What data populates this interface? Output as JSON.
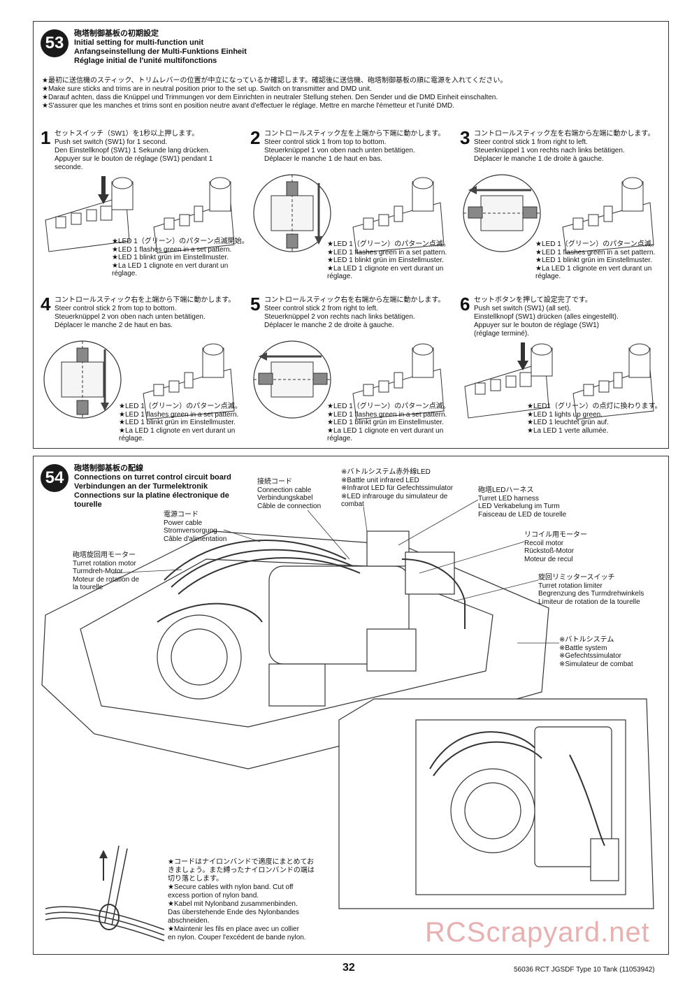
{
  "step53": {
    "number": "53",
    "title_ja": "砲塔制御基板の初期設定",
    "title_en": "Initial setting for multi-function unit",
    "title_de": "Anfangseinstellung der Multi-Funktions Einheit",
    "title_fr": "Réglage initial de l'unité multifonctions",
    "notes": [
      "★最初に送信機のスティック、トリムレバーの位置が中立になっているか確認します。確認後に送信機、砲塔制御基板の順に電源を入れてください。",
      "★Make sure sticks and trims are in neutral position prior to the set up. Switch on transmitter and DMD unit.",
      "★Darauf achten, dass die Knüppel und Trimmungen vor dem Einrichten in neutraler Stellung stehen. Den Sender und die DMD Einheit einschalten.",
      "★S'assurer que les manches et trims sont en position neutre avant d'effectuer le réglage. Mettre en marche l'émetteur et l'unité DMD."
    ],
    "substeps": [
      {
        "num": "1",
        "ja": "セットスイッチ（SW1）を1秒以上押します。",
        "en": "Push set switch (SW1) for 1 second.",
        "de": "Den Einstellknopf (SW1) 1 Sekunde lang drücken.",
        "fr": "Appuyer sur le bouton de réglage (SW1) pendant 1 seconde.",
        "led": [
          "★LED 1（グリーン）のパターン点滅開始。",
          "★LED 1 flashes green in a set pattern.",
          "★LED 1 blinkt grün im Einstellmuster.",
          "★La LED 1 clignote en vert durant un",
          "réglage."
        ]
      },
      {
        "num": "2",
        "ja": "コントロールスティック左を上端から下端に動かします。",
        "en": "Steer control stick 1 from top to bottom.",
        "de": "Steuerknüppel 1 von oben nach unten betätigen.",
        "fr": "Déplacer le manche 1 de haut en bas.",
        "led": [
          "★LED 1（グリーン）のパターン点滅。",
          "★LED 1 flashes green in a set pattern.",
          "★LED 1 blinkt grün im Einstellmuster.",
          "★La LED 1 clignote en vert durant un",
          "réglage."
        ]
      },
      {
        "num": "3",
        "ja": "コントロールスティック左を右端から左端に動かします。",
        "en": "Steer control stick 1 from right to left.",
        "de": "Steuerknüppel 1 von rechts nach links betätigen.",
        "fr": "Déplacer le manche 1 de droite à gauche.",
        "led": [
          "★LED 1（グリーン）のパターン点滅。",
          "★LED 1 flashes green in a set pattern.",
          "★LED 1 blinkt grün im Einstellmuster.",
          "★La LED 1 clignote en vert durant un",
          "réglage."
        ]
      },
      {
        "num": "4",
        "ja": "コントロールスティック右を上端から下端に動かします。",
        "en": "Steer control stick 2 from top to bottom.",
        "de": "Steuerknüppel 2 von oben nach unten betätigen.",
        "fr": "Déplacer le manche 2 de haut en bas.",
        "led": [
          "★LED 1（グリーン）のパターン点滅。",
          "★LED 1 flashes green in a set pattern.",
          "★LED 1 blinkt grün im Einstellmuster.",
          "★La LED 1 clignote en vert durant un",
          "réglage."
        ]
      },
      {
        "num": "5",
        "ja": "コントロールスティック右を右端から左端に動かします。",
        "en": "Steer control stick 2 from right to left.",
        "de": "Steuerknüppel 2 von rechts nach links betätigen.",
        "fr": "Déplacer le manche 2 de droite à gauche.",
        "led": [
          "★LED 1（グリーン）のパターン点滅。",
          "★LED 1 flashes green in a set pattern.",
          "★LED 1 blinkt grün im Einstellmuster.",
          "★La LED 1 clignote en vert durant un",
          "réglage."
        ]
      },
      {
        "num": "6",
        "ja": "セットボタンを押して設定完了です。",
        "en": "Push set switch (SW1) (all set).",
        "de": "Einstellknopf (SW1) drücken (alles eingestellt).",
        "fr": "Appuyer sur le bouton de réglage (SW1) (réglage terminé).",
        "led": [
          "★LED1（グリーン）の点灯に換わります。",
          "★LED 1 lights up green.",
          "★LED 1 leuchtet grün auf.",
          "★La LED 1 verte allumée."
        ]
      }
    ]
  },
  "step54": {
    "number": "54",
    "title_ja": "砲塔制御基板の配線",
    "title_en": "Connections on turret control circuit board",
    "title_de": "Verbindungen an der Turmelektronik",
    "title_fr": "Connections sur la platine électronique de tourelle",
    "callouts": {
      "infrared": [
        "※バトルシステム赤外線LED",
        "※Battle unit infrared LED",
        "※Infrarot LED für Gefechtssimulator",
        "※LED infrarouge du simulateur de",
        "combat"
      ],
      "connection": [
        "接続コード",
        "Connection cable",
        "Verbindungskabel",
        "Câble de connection"
      ],
      "power": [
        "電源コード",
        "Power cable",
        "Stromversorgung",
        "Câble d'alimentation"
      ],
      "rotation_motor": [
        "砲塔旋回用モーター",
        "Turret rotation motor",
        "Turmdreh-Motor",
        "Moteur de rotation de",
        "la tourelle"
      ],
      "led_harness": [
        "砲塔LEDハーネス",
        "Turret LED harness",
        "LED Verkabelung im Turm",
        "Faisceau de LED de tourelle"
      ],
      "recoil": [
        "リコイル用モーター",
        "Recoil motor",
        "Rückstoß-Motor",
        "Moteur de recul"
      ],
      "limiter": [
        "旋回リミッタースイッチ",
        "Turret rotation limiter",
        "Begrenzung des Turmdrehwinkels",
        "Limiteur de rotation de la tourelle"
      ],
      "battle": [
        "※バトルシステム",
        "※Battle system",
        "※Gefechtssimulator",
        "※Simulateur de combat"
      ]
    },
    "band_notes": [
      "★コードはナイロンバンドで適度にまとめてお",
      "きましょう。また縛ったナイロンバンドの端は",
      "切り落とします。",
      "★Secure cables with nylon band. Cut off",
      "excess portion of nylon band.",
      "★Kabel mit Nylonband zusammenbinden.",
      "Das überstehende Ende des Nylonbandes",
      "abschneiden.",
      "★Maintenir les fils en place avec un collier",
      "en nylon. Couper l'excédent de bande nylon."
    ]
  },
  "page_number": "32",
  "footer": "56036  RCT JGSDF Type 10 Tank (11053942)",
  "watermark": "RCScrapyard.net"
}
